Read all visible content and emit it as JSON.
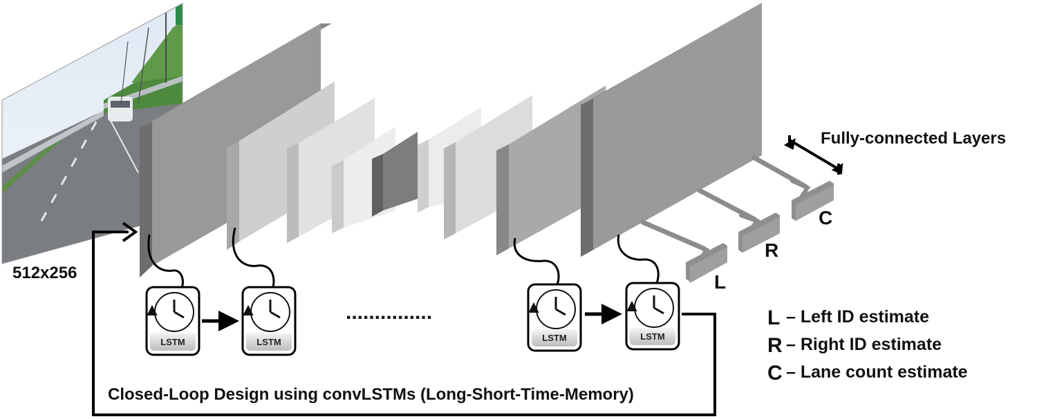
{
  "input_image": {
    "size_label": "512x256",
    "icon": "road-scene-photo"
  },
  "fc_label": "Fully-connected Layers",
  "outputs": [
    {
      "key": "L"
    },
    {
      "key": "R"
    },
    {
      "key": "C"
    }
  ],
  "lstm_cells": [
    {
      "label": "LSTM",
      "icon": "clock-icon"
    },
    {
      "label": "LSTM",
      "icon": "clock-icon"
    },
    {
      "label": "LSTM",
      "icon": "clock-icon"
    },
    {
      "label": "LSTM",
      "icon": "clock-icon"
    }
  ],
  "ellipsis": "...............",
  "legend": [
    {
      "key": "L",
      "text": "– Left ID estimate"
    },
    {
      "key": "R",
      "text": "– Right ID estimate"
    },
    {
      "key": "C",
      "text": "– Lane count estimate"
    }
  ],
  "caption": "Closed-Loop Design using convLSTMs (Long-Short-Time-Memory)",
  "colors": {
    "arrow_gray": "#8c8c8c",
    "line_black": "#000000"
  }
}
